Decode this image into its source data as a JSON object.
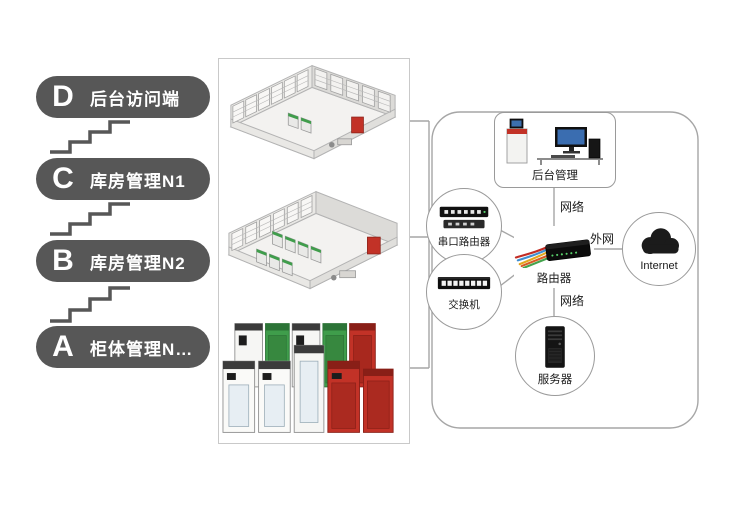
{
  "diagram": {
    "steps": [
      {
        "letter": "D",
        "label": "后台访问端"
      },
      {
        "letter": "C",
        "label": "库房管理N1"
      },
      {
        "letter": "B",
        "label": "库房管理N2"
      },
      {
        "letter": "A",
        "label": "柜体管理N…"
      }
    ],
    "network": {
      "serial_router": "串口路由器",
      "switch": "交换机",
      "backend": "后台管理",
      "router": "路由器",
      "server": "服务器",
      "internet": "Internet",
      "link_backend_router": "网络",
      "link_router_server": "网络",
      "link_router_internet": "外网"
    },
    "icons": {
      "serial_router": "serial-router-icon",
      "switch": "switch-icon",
      "backend": "workstation-icon",
      "router": "router-icon",
      "server": "tower-server-icon",
      "internet": "cloud-icon"
    },
    "colors": {
      "step_pill": "#575757",
      "connector": "#a6a6a6",
      "cabinet_red": "#c23227",
      "cabinet_green": "#3f9d4b"
    }
  }
}
